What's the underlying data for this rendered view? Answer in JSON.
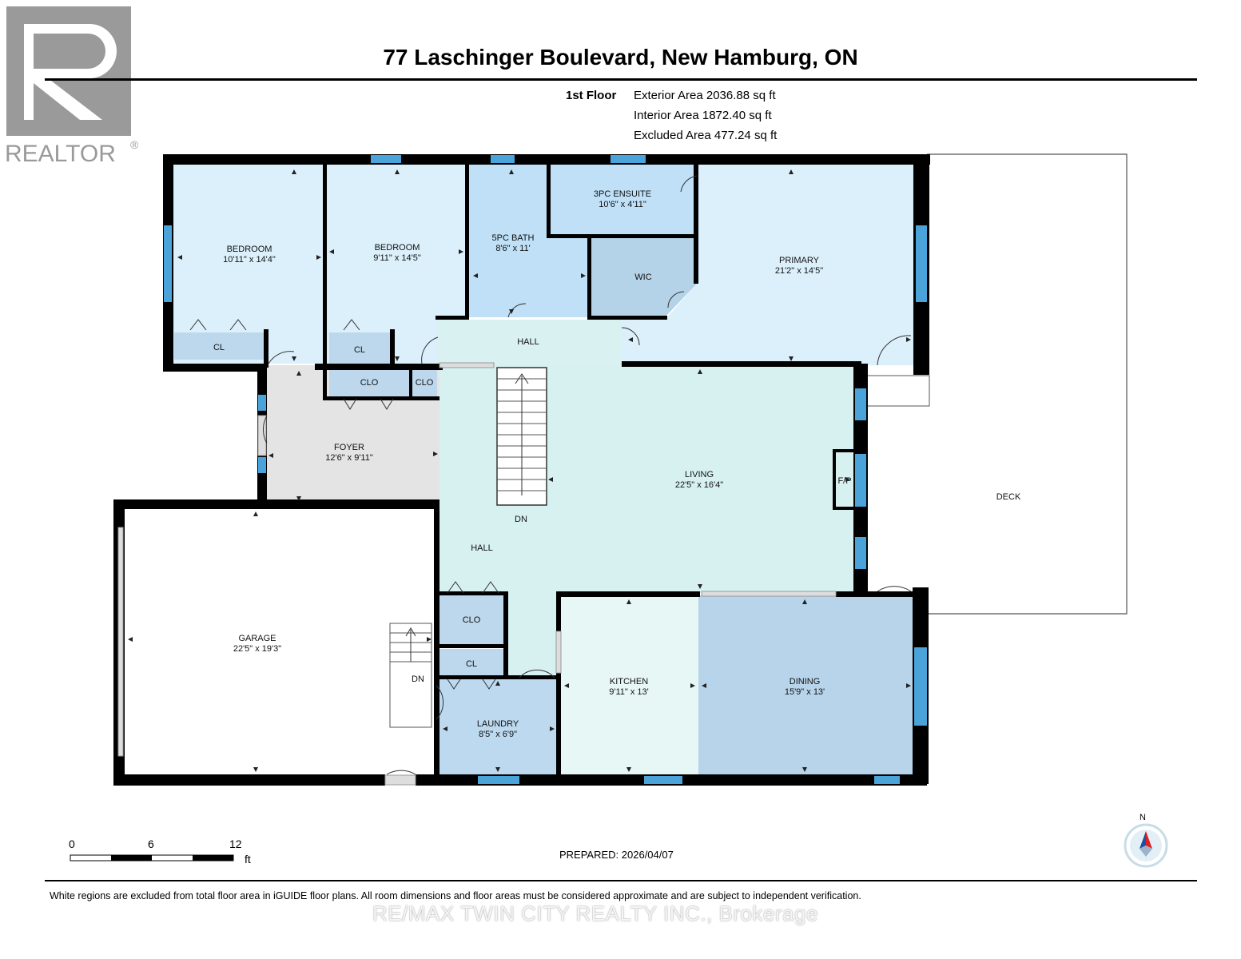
{
  "header": {
    "title": "77 Laschinger Boulevard, New Hamburg, ON",
    "floor": "1st Floor",
    "exterior_area": "Exterior Area 2036.88 sq ft",
    "interior_area": "Interior Area 1872.40 sq ft",
    "excluded_area": "Excluded Area 477.24 sq ft"
  },
  "logo": {
    "text": "REALTOR",
    "mark": "®",
    "icon": "realtor-r-logo"
  },
  "rooms": {
    "bedroom1": {
      "name": "BEDROOM",
      "size": "10'11\" x 14'4\""
    },
    "bedroom2": {
      "name": "BEDROOM",
      "size": "9'11\" x 14'5\""
    },
    "bath5pc": {
      "name": "5PC BATH",
      "size": "8'6\" x 11'"
    },
    "ensuite": {
      "name": "3PC ENSUITE",
      "size": "10'6\" x 4'11\""
    },
    "wic": {
      "name": "WIC"
    },
    "primary": {
      "name": "PRIMARY",
      "size": "21'2\" x 14'5\""
    },
    "hall_top": {
      "name": "HALL"
    },
    "cl1": {
      "name": "CL"
    },
    "cl2": {
      "name": "CL"
    },
    "clo1": {
      "name": "CLO"
    },
    "clo2": {
      "name": "CLO"
    },
    "foyer": {
      "name": "FOYER",
      "size": "12'6\" x 9'11\""
    },
    "living": {
      "name": "LIVING",
      "size": "22'5\" x 16'4\""
    },
    "fireplace": {
      "name": "F/P"
    },
    "stairs_dn": {
      "name": "DN"
    },
    "deck": {
      "name": "DECK"
    },
    "hall_mid": {
      "name": "HALL"
    },
    "garage": {
      "name": "GARAGE",
      "size": "22'5\" x 19'3\""
    },
    "garage_dn": {
      "name": "DN"
    },
    "clo3": {
      "name": "CLO"
    },
    "cl3": {
      "name": "CL"
    },
    "laundry": {
      "name": "LAUNDRY",
      "size": "8'5\" x 6'9\""
    },
    "kitchen": {
      "name": "KITCHEN",
      "size": "9'11\" x 13'"
    },
    "dining": {
      "name": "DINING",
      "size": "15'9\" x 13'"
    }
  },
  "colors": {
    "bedroom": "#dcf0fb",
    "bath": "#bfe0f7",
    "wic": "#b5d3e8",
    "hall": "#d9f1f0",
    "living": "#d7f1f1",
    "foyer": "#e4e4e4",
    "closet": "#bdd8ec",
    "kitchen": "#e6f7f5",
    "dining": "#b7d4ea",
    "laundry": "#bcd9ef",
    "wall": "#000000",
    "window": "#4aa3d9"
  },
  "scale": {
    "ticks": [
      "0",
      "6",
      "12"
    ],
    "unit": "ft"
  },
  "prepared": "PREPARED: 2026/04/07",
  "compass": {
    "label": "N",
    "icon": "compass-north-icon"
  },
  "disclaimer": "White regions are excluded from total floor area in iGUIDE floor plans. All room dimensions and floor areas must be considered approximate and are subject to independent verification.",
  "watermark": "RE/MAX TWIN CITY REALTY INC., Brokerage"
}
